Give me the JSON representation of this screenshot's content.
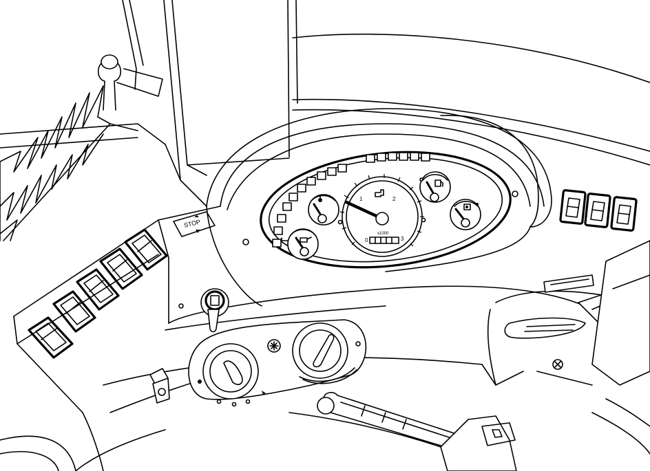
{
  "stop_label": "STOP",
  "tach": {
    "ticks": [
      "0",
      "1",
      "2",
      "3"
    ],
    "multiplier": "x1000"
  },
  "colors": {
    "line": "#000000",
    "background": "#ffffff"
  }
}
